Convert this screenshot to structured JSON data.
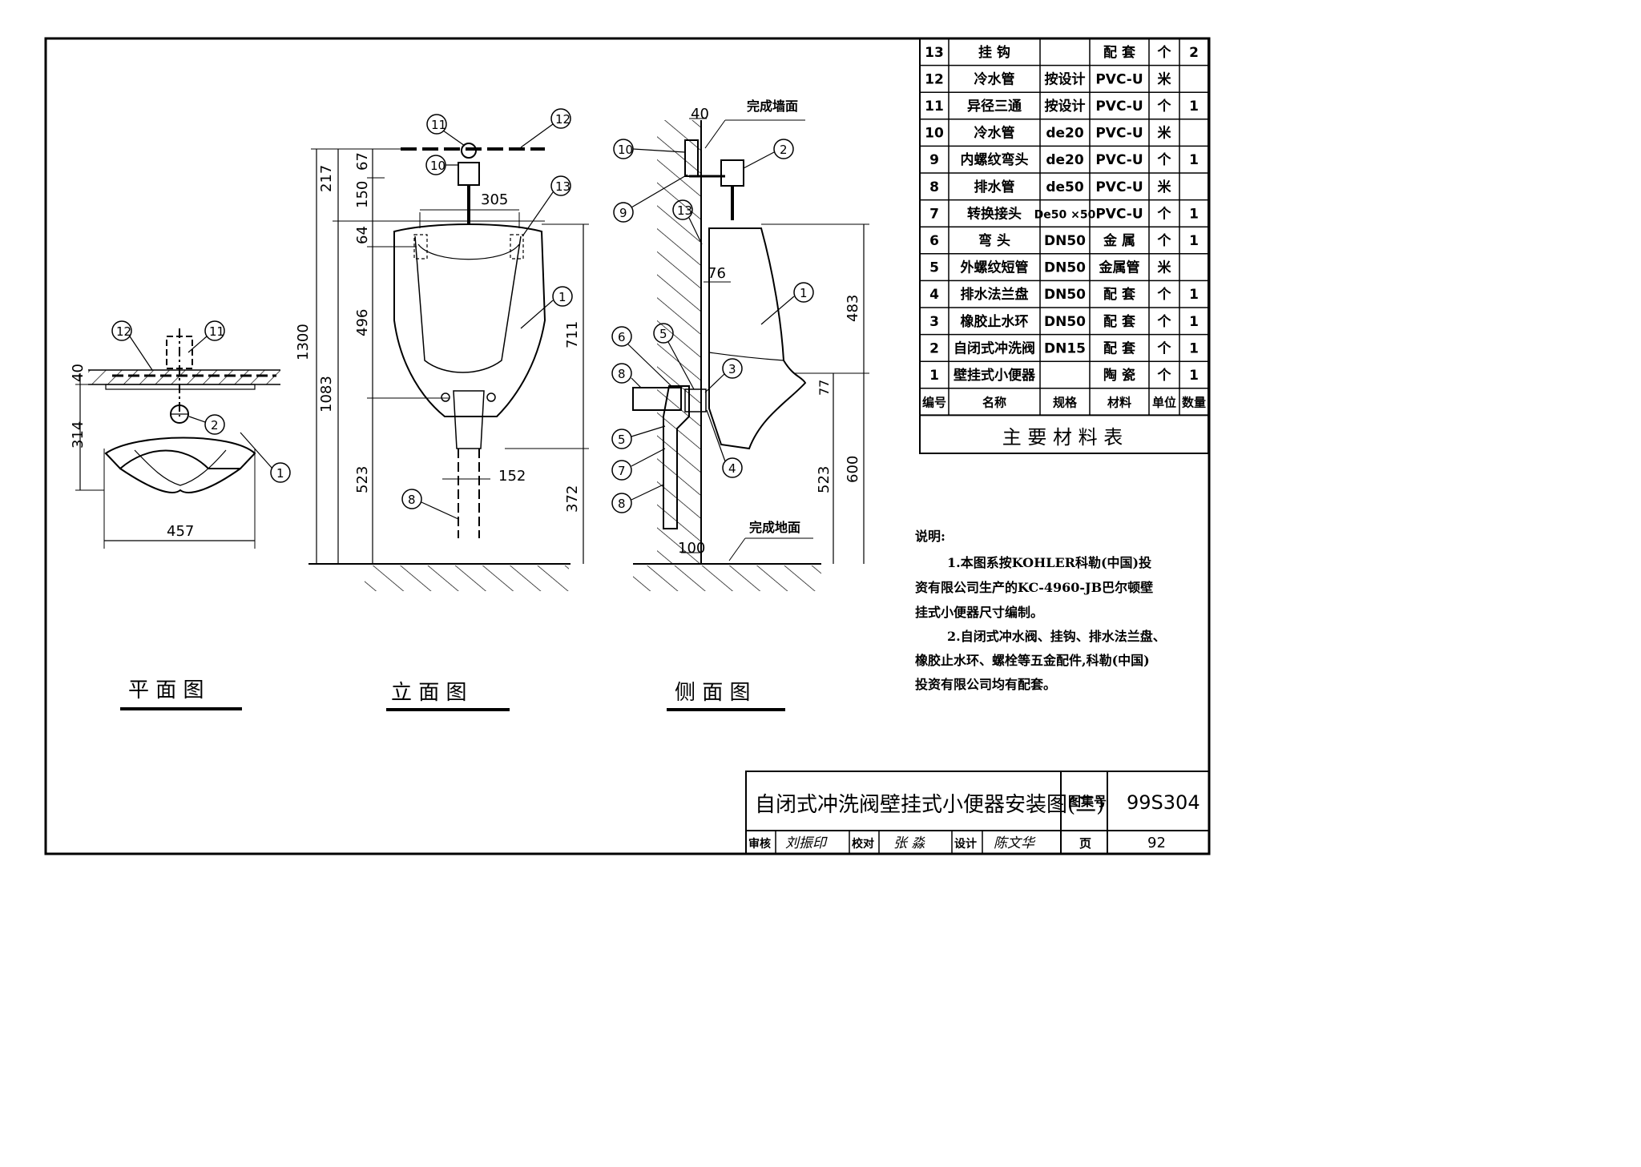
{
  "material_table": {
    "caption": "主 要 材 料 表",
    "header": [
      "编号",
      "名称",
      "规格",
      "材料",
      "单位",
      "数量"
    ],
    "rows": [
      [
        "13",
        "挂 钩",
        "",
        "配 套",
        "个",
        "2"
      ],
      [
        "12",
        "冷水管",
        "按设计",
        "PVC-U",
        "米",
        ""
      ],
      [
        "11",
        "异径三通",
        "按设计",
        "PVC-U",
        "个",
        "1"
      ],
      [
        "10",
        "冷水管",
        "de20",
        "PVC-U",
        "米",
        ""
      ],
      [
        "9",
        "内螺纹弯头",
        "de20",
        "PVC-U",
        "个",
        "1"
      ],
      [
        "8",
        "排水管",
        "de50",
        "PVC-U",
        "米",
        ""
      ],
      [
        "7",
        "转换接头",
        "De50 ×50",
        "PVC-U",
        "个",
        "1"
      ],
      [
        "6",
        "弯 头",
        "DN50",
        "金 属",
        "个",
        "1"
      ],
      [
        "5",
        "外螺纹短管",
        "DN50",
        "金属管",
        "米",
        ""
      ],
      [
        "4",
        "排水法兰盘",
        "DN50",
        "配 套",
        "个",
        "1"
      ],
      [
        "3",
        "橡胶止水环",
        "DN50",
        "配 套",
        "个",
        "1"
      ],
      [
        "2",
        "自闭式冲洗阀",
        "DN15",
        "配 套",
        "个",
        "1"
      ],
      [
        "1",
        "壁挂式小便器",
        "",
        "陶 瓷",
        "个",
        "1"
      ]
    ]
  },
  "notes": {
    "heading": "说明:",
    "lines": [
      "1.本图系按KOHLER科勒(中国)投",
      "资有限公司生产的KC-4960-JB巴尔顿壁",
      "挂式小便器尺寸编制。",
      "2.自闭式冲水阀、挂钩、排水法兰盘、",
      "橡胶止水环、螺栓等五金配件,科勒(中国)",
      "投资有限公司均有配套。"
    ]
  },
  "views": {
    "plan_title": "平 面 图",
    "elevation_title": "立 面 图",
    "side_title": "侧 面 图",
    "plan_dims": [
      "40",
      "314",
      "457"
    ],
    "elevation_dims": [
      "217",
      "67",
      "150",
      "305",
      "64",
      "1300",
      "496",
      "711",
      "1083",
      "523",
      "372",
      "152"
    ],
    "side_dims": [
      "40",
      "76",
      "483",
      "77",
      "523",
      "600",
      "100"
    ],
    "wall_label": "完成墙面",
    "floor_label": "完成地面"
  },
  "title_block": {
    "title": "自闭式冲洗阀壁挂式小便器安装图(二)",
    "atlas_label": "图集号",
    "atlas_no": "99S304",
    "review_label": "审核",
    "review_sign": "刘振印",
    "check_label": "校对",
    "check_sign": "张 淼",
    "design_label": "设计",
    "design_sign": "陈文华",
    "page_label": "页",
    "page_no": "92"
  }
}
